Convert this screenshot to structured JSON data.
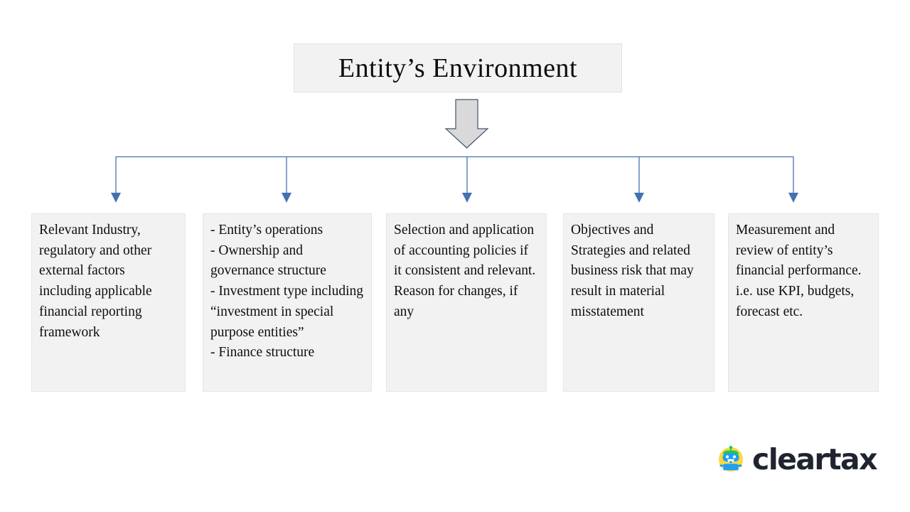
{
  "diagram": {
    "root": {
      "label": "Entity’s Environment"
    },
    "nodes": [
      {
        "id": "industry-factors",
        "text": "Relevant Industry, regulatory and other external factors including applicable financial reporting framework"
      },
      {
        "id": "entity-nature",
        "text": "- Entity’s operations\n- Ownership and governance structure\n- Investment type including “investment in special purpose entities”\n- Finance structure"
      },
      {
        "id": "accounting-policies",
        "text": "Selection and application of accounting policies if it consistent and relevant. Reason for changes, if any"
      },
      {
        "id": "objectives-strategies",
        "text": "Objectives and Strategies and related business risk that may result in material misstatement"
      },
      {
        "id": "performance-measurement",
        "text": "Measurement and review of entity’s financial performance. i.e. use KPI, budgets, forecast etc."
      }
    ],
    "connector_color": "#4472b0",
    "trunk_arrow_fill": "#d9d9d9",
    "trunk_arrow_stroke": "#44546a",
    "box_fill": "#f2f2f2",
    "box_border": "#e6e6e6"
  },
  "branding": {
    "logo_text": "cleartax",
    "logo_word_color": "#1f2430",
    "mascot_circle_color": "#ffd93b",
    "mascot_body_color": "#1f9ff2",
    "mascot_head_top_color": "#1ec65a"
  }
}
